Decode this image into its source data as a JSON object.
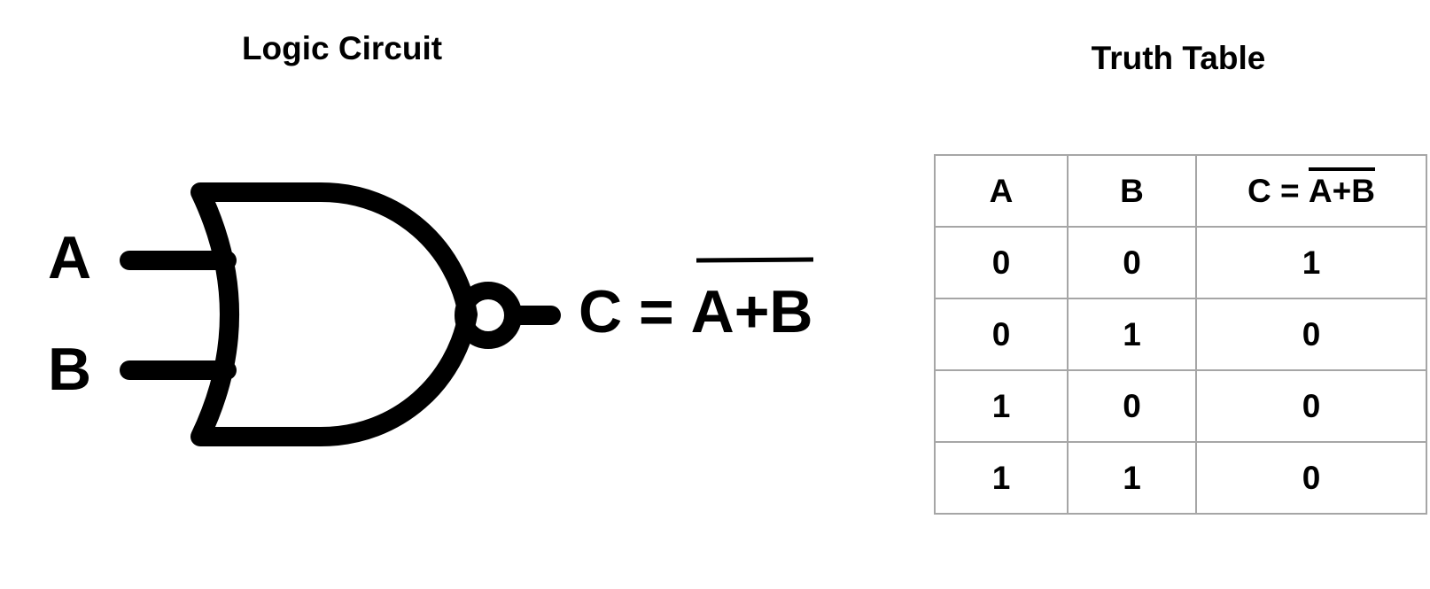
{
  "circuit": {
    "title": "Logic Circuit",
    "gate_type": "NOR",
    "input_a": "A",
    "input_b": "B",
    "output_prefix": "C = ",
    "output_expr": "A+B"
  },
  "truth_table": {
    "title": "Truth Table",
    "headers": {
      "a": "A",
      "b": "B",
      "c_prefix": "C = ",
      "c_expr": "A+B"
    },
    "rows": [
      [
        "0",
        "0",
        "1"
      ],
      [
        "0",
        "1",
        "0"
      ],
      [
        "1",
        "0",
        "0"
      ],
      [
        "1",
        "1",
        "0"
      ]
    ]
  }
}
